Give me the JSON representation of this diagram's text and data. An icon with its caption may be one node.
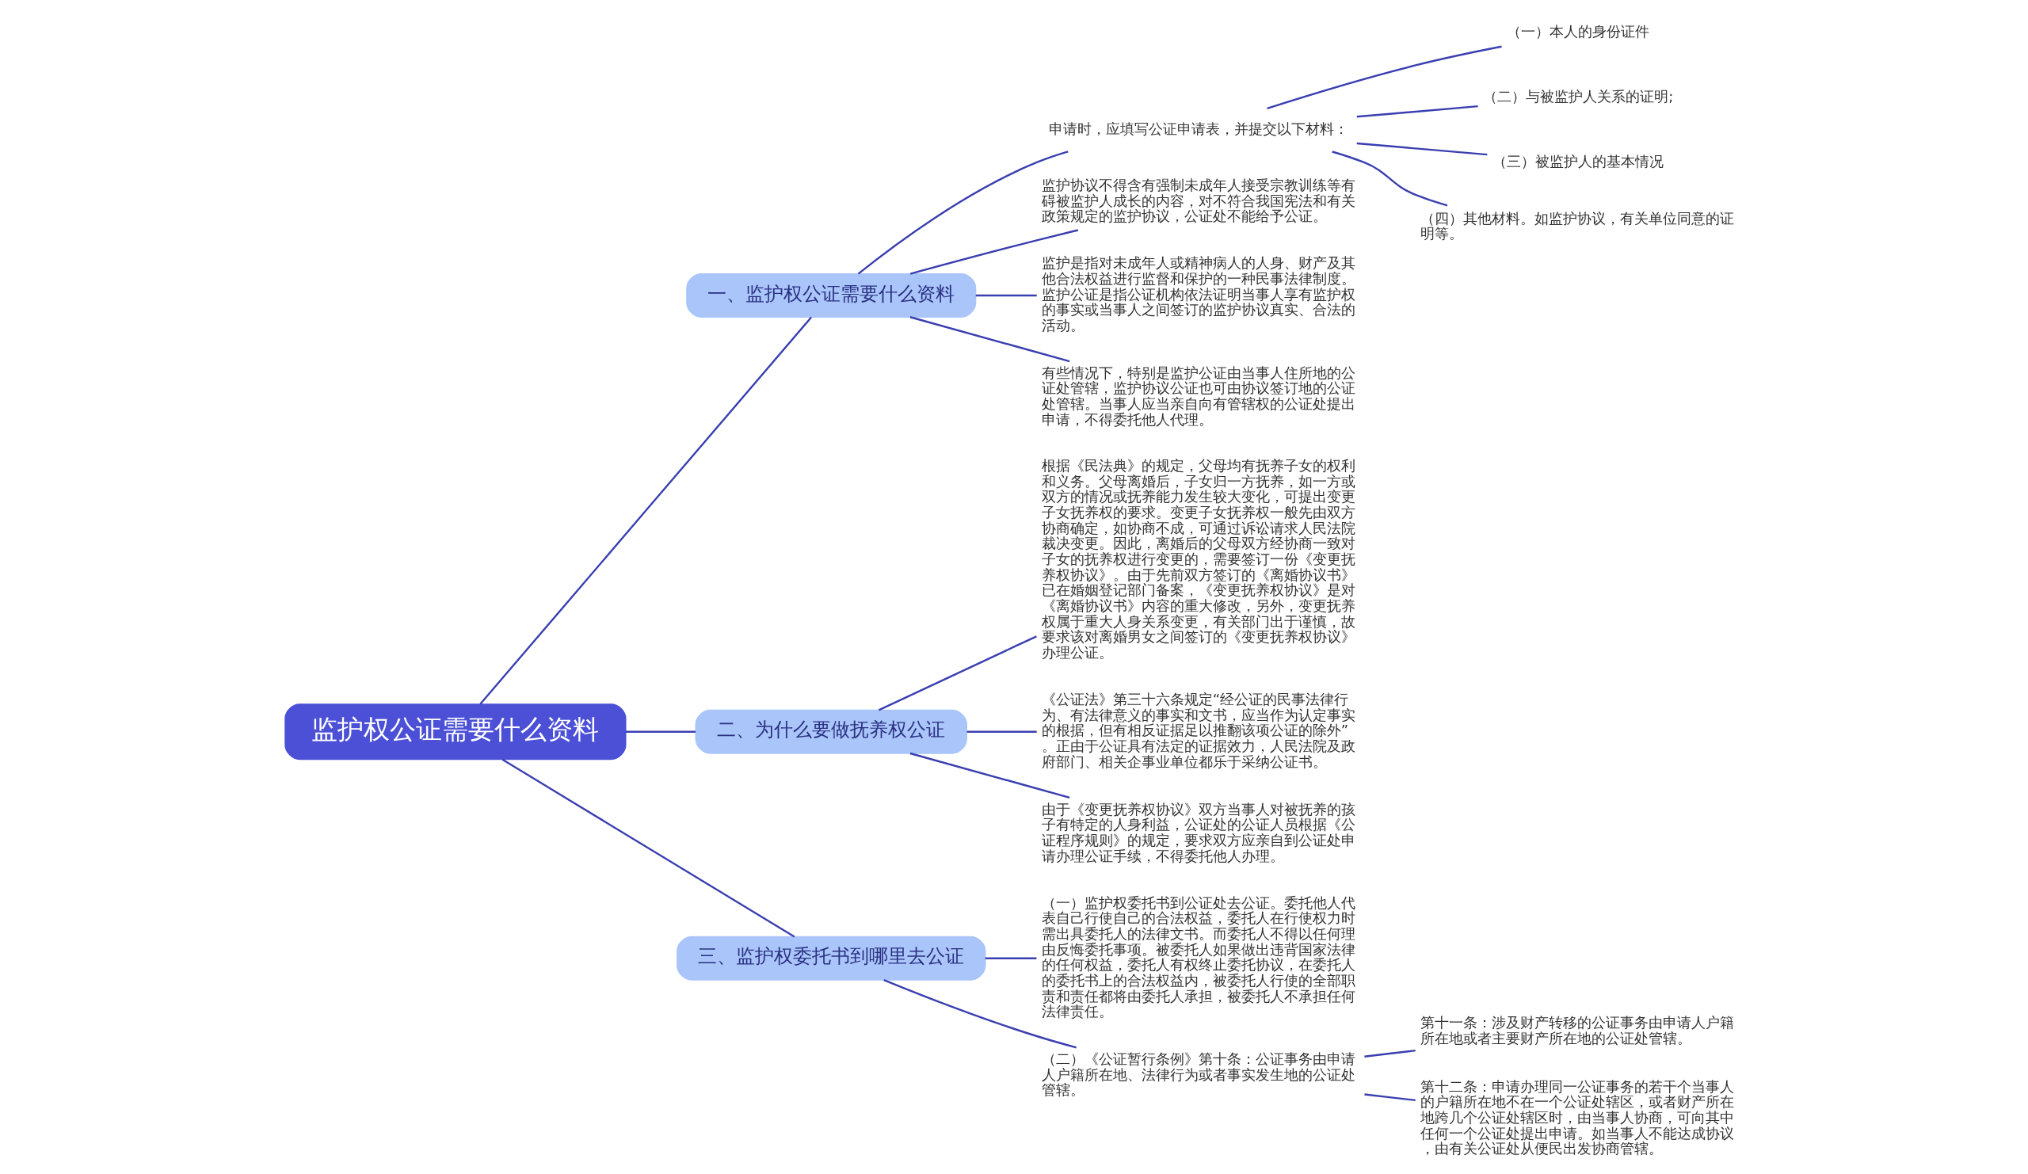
{
  "diagram": {
    "nodes": [
      {
        "text": [
          "监护权公证需要什么资料"
        ]
      },
      {
        "text": [
          "一、监护权公证需要什么资料"
        ]
      },
      {
        "text": [
          "申请时，应填写公证申请表，并提交以下材料："
        ]
      },
      {
        "text": [
          "（一）本人的身份证件"
        ]
      },
      {
        "text": [
          "（二）与被监护人关系的证明;"
        ]
      },
      {
        "text": [
          "（三）被监护人的基本情况"
        ]
      },
      {
        "text": [
          "（四）其他材料。如监护协议，有关单位同意的证明等。"
        ]
      },
      {
        "text": [
          "监护协议不得含有强制未成年人接受宗教训练等有碍被监护人成长的内容，对不符合我国宪法和有关政策规定的监护协议，公证处不能给予公证。"
        ]
      },
      {
        "text": [
          "监护是指对未成年人或精神病人的人身、财产及其他合法权益进行监督和保护的一种民事法律制度。监护公证是指公证机构依法证明当事人享有监护权的事实或当事人之间签订的监护协议真实、合法的活动。"
        ]
      },
      {
        "text": [
          "有些情况下，特别是监护公证由当事人住所地的公证处管辖，监护协议公证也可由协议签订地的公证处管辖。当事人应当亲自向有管辖权的公证处提出申请，不得委托他人代理。"
        ]
      },
      {
        "text": [
          "二、为什么要做抚养权公证"
        ]
      },
      {
        "text": [
          "根据《民法典》的规定，父母均有抚养子女的权利和义务。父母离婚后，子女归一方抚养，如一方或双方的情况或抚养能力发生较大变化，可提出变更子女抚养权的要求。变更子女抚养权一般先由双方协商确定，如协商不成，可通过诉讼请求人民法院裁决变更。因此，离婚后的父母双方经协商一致对子女的抚养权进行变更的，需要签订一份《变更抚养权协议》。由于先前双方签订的《离婚协议书》已在婚姻登记部门备案，《变更抚养权协议》是对《离婚协议书》内容的重大修改，另外，变更抚养权属于重大人身关系变更，有关部门出于谨慎，故要求该对离婚男女之间签订的《变更抚养权协议》办理公证。"
        ]
      },
      {
        "text": [
          "《公证法》第三十六条规定“经公证的民事法律行为、有法律意义的事实和文书，应当作为认定事实的根据，但有相反证据足以推翻该项公证的除外”。正由于公证具有法定的证据效力，人民法院及政府部门、相关企事业单位都乐于采纳公证书。"
        ]
      },
      {
        "text": [
          "由于《变更抚养权协议》双方当事人对被抚养的孩子有特定的人身利益，公证处的公证人员根据《公证程序规则》的规定，要求双方应亲自到公证处申请办理公证手续，不得委托他人办理。"
        ]
      },
      {
        "text": [
          "三、监护权委托书到哪里去公证"
        ]
      },
      {
        "text": [
          "（一）监护权委托书到公证处去公证。委托他人代表自己行使自己的合法权益，委托人在行使权力时需出具委托人的法律文书。而委托人不得以任何理由反悔委托事项。被委托人如果做出违背国家法律的任何权益，委托人有权终止委托协议，在委托人的委托书上的合法权益内，被委托人行使的全部职责和责任都将由委托人承担，被委托人不承担任何法律责任。"
        ]
      },
      {
        "text": [
          "（二）《公证暂行条例》第十条：公证事务由申请人户籍所在地、法律行为或者事实发生地的公证处管辖。"
        ]
      },
      {
        "text": [
          "第十一条：涉及财产转移的公证事务由申请人户籍所在地或者主要财产所在地的公证处管辖。"
        ]
      },
      {
        "text": [
          "第十二条：申请办理同一公证事务的若干个当事人的户籍所在地不在一个公证处辖区，或者财产所在地跨几个公证处辖区时，由当事人协商，可向其中任何一个公证处提出申请。如当事人不能达成协议，由有关公证处从便民出发协商管辖。"
        ]
      }
    ],
    "edges": [
      {
        "from": 0,
        "to": 1,
        "arrow": "none"
      },
      {
        "from": 1,
        "to": 2,
        "arrow": "none"
      },
      {
        "from": 2,
        "to": 3,
        "arrow": "none"
      },
      {
        "from": 2,
        "to": 4,
        "arrow": "none"
      },
      {
        "from": 2,
        "to": 5,
        "arrow": "none"
      },
      {
        "from": 2,
        "to": 6,
        "arrow": "none"
      },
      {
        "from": 1,
        "to": 7,
        "arrow": "none"
      },
      {
        "from": 1,
        "to": 8,
        "arrow": "none"
      },
      {
        "from": 1,
        "to": 9,
        "arrow": "none"
      },
      {
        "from": 0,
        "to": 10,
        "arrow": "none"
      },
      {
        "from": 10,
        "to": 11,
        "arrow": "none"
      },
      {
        "from": 10,
        "to": 12,
        "arrow": "none"
      },
      {
        "from": 10,
        "to": 13,
        "arrow": "none"
      },
      {
        "from": 0,
        "to": 14,
        "arrow": "none"
      },
      {
        "from": 14,
        "to": 15,
        "arrow": "none"
      },
      {
        "from": 14,
        "to": 16,
        "arrow": "none"
      },
      {
        "from": 16,
        "to": 17,
        "arrow": "none"
      },
      {
        "from": 16,
        "to": 18,
        "arrow": "none"
      }
    ]
  }
}
